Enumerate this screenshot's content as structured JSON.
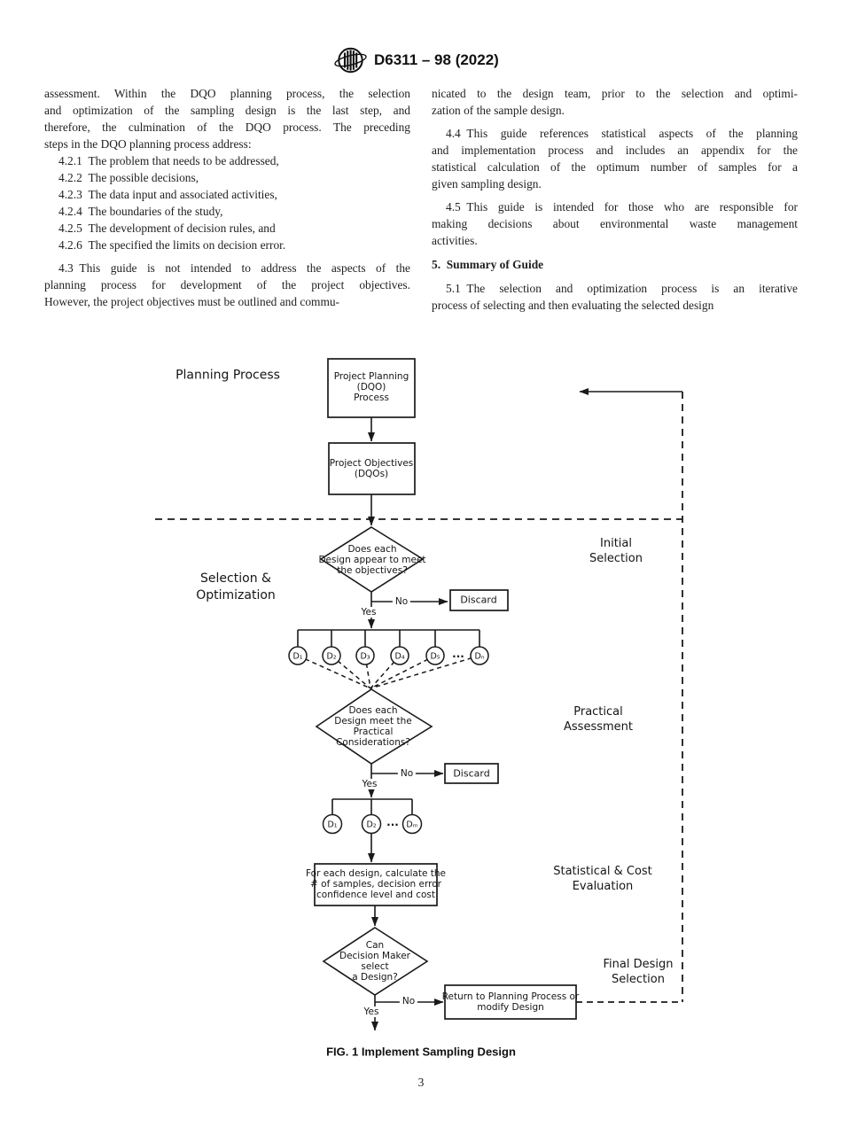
{
  "header": {
    "doc_code": "D6311 – 98 (2022)"
  },
  "body": {
    "left": [
      "assessment. Within the DQO planning process, the selection",
      "and optimization of the sampling design is the last step, and",
      "therefore, the culmination of the DQO process. The preceding",
      "steps in the DQO planning process address:",
      "4.2.1 The problem that needs to be addressed,",
      "4.2.2 The possible decisions,",
      "4.2.3 The data input and associated activities,",
      "4.2.4 The boundaries of the study,",
      "4.2.5 The development of decision rules, and",
      "4.2.6 The specified the limits on decision error.",
      "4.3 This guide is not intended to address the aspects of the",
      "planning process for development of the project objectives.",
      "However, the project objectives must be outlined and commu-"
    ],
    "right": [
      "nicated to the design team, prior to the selection and optimi-",
      "zation of the sample design.",
      "4.4 This guide references statistical aspects of the planning",
      "and implementation process and includes an appendix for the",
      "statistical calculation of the optimum number of samples for a",
      "given sampling design.",
      "4.5 This guide is intended for those who are responsible for",
      "making decisions about environmental waste management",
      "activities.",
      "5. Summary of Guide",
      "5.1 The selection and optimization process is an iterative",
      "process of selecting and then evaluating the selected design"
    ]
  },
  "figure": {
    "stages": {
      "planning": "Planning Process",
      "selection": "Selection &\nOptimization",
      "initial": "Initial\nSelection",
      "practical": "Practical\nAssessment",
      "statistical": "Statistical & Cost\nEvaluation",
      "final": "Final Design\nSelection"
    },
    "nodes": {
      "project_planning": "Project Planning\n(DQO)\nProcess",
      "project_objectives": "Project Objectives\n(DQOs)",
      "q_initial": "Does each\nDesign appear to meet\nthe objectives?",
      "discard_1": "Discard",
      "q_practical": "Does each\nDesign meet the\nPractical\nConsiderations?",
      "discard_2": "Discard",
      "calculate": "For each design, calculate the\n# of samples, decision error\nconfidence level and cost",
      "q_final": "Can\nDecision Maker\nselect\na Design?",
      "return_node": "Return to Planning Process or\nmodify Design"
    },
    "branch": {
      "yes": "Yes",
      "no": "No"
    },
    "designs_row1": [
      "D₁",
      "D₂",
      "D₃",
      "D₄",
      "D₅",
      "Dₙ"
    ],
    "designs_row1_dots": "...",
    "designs_row2": [
      "D₁",
      "D₂",
      "Dₘ"
    ],
    "designs_row2_dots": "...",
    "caption": "FIG. 1 Implement Sampling Design"
  },
  "footer": {
    "page_number": "3"
  }
}
